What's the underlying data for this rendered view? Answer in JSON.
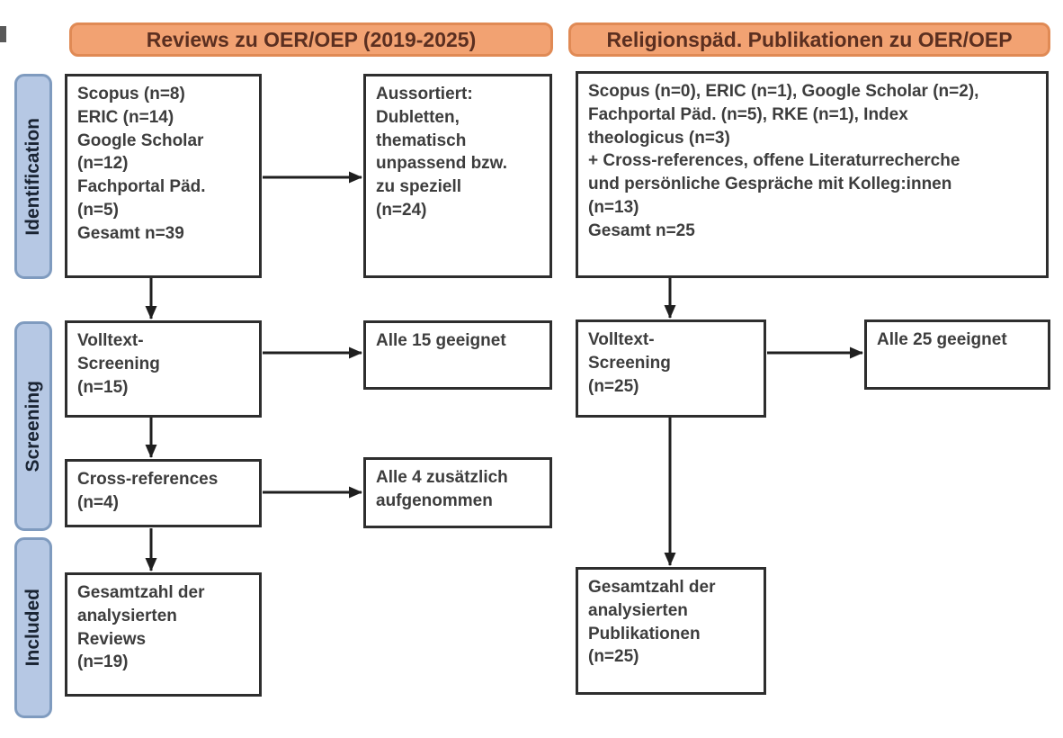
{
  "colors": {
    "header_fill": "#f2a272",
    "header_border": "#e08a55",
    "header_text": "#5b2f20",
    "stage_fill": "#b6c8e4",
    "stage_border": "#7f9bbf",
    "stage_text": "#1a2433",
    "box_border": "#2e2e2e",
    "box_text": "#3d3d3d",
    "arrow": "#1f1f1f"
  },
  "headers": {
    "left": "Reviews zu OER/OEP (2019-2025)",
    "right": "Religionspäd. Publikationen zu OER/OEP"
  },
  "stages": {
    "identification": "Identification",
    "screening": "Screening",
    "included": "Included"
  },
  "left_column": {
    "sources": {
      "text": "Scopus (n=8)\nERIC (n=14)\nGoogle Scholar\n(n=12)\nFachportal Päd.\n(n=5)\nGesamt n=39"
    },
    "excluded": {
      "text": "Aussortiert:\nDubletten,\nthematisch\nunpassend bzw.\nzu speziell\n(n=24)"
    },
    "fulltext_screening": {
      "text": "Volltext-\nScreening\n(n=15)"
    },
    "fulltext_result": {
      "text": "Alle 15 geeignet"
    },
    "cross_references": {
      "text": "Cross-references\n(n=4)"
    },
    "cross_references_result": {
      "text": "Alle 4 zusätzlich\naufgenommen"
    },
    "included_total": {
      "text": "Gesamtzahl der\nanalysierten\nReviews\n(n=19)"
    }
  },
  "right_column": {
    "sources": {
      "text": "Scopus (n=0), ERIC (n=1), Google Scholar (n=2),\nFachportal Päd. (n=5), RKE (n=1), Index\ntheologicus (n=3)\n+ Cross-references, offene Literaturrecherche\nund persönliche Gespräche mit Kolleg:innen\n(n=13)\nGesamt n=25"
    },
    "fulltext_screening": {
      "text": "Volltext-\nScreening\n(n=25)"
    },
    "fulltext_result": {
      "text": "Alle 25 geeignet"
    },
    "included_total": {
      "text": "Gesamtzahl der\nanalysierten\nPublikationen\n(n=25)"
    }
  }
}
